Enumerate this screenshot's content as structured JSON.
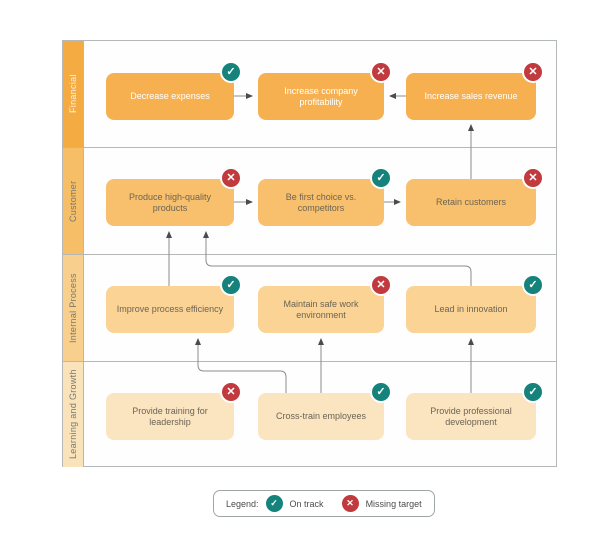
{
  "diagram": {
    "rows": [
      {
        "label": "Financial",
        "boxes": [
          {
            "text": "Decrease expenses",
            "status": "on-track"
          },
          {
            "text": "Increase company profitability",
            "status": "missing-target"
          },
          {
            "text": "Increase sales revenue",
            "status": "missing-target"
          }
        ]
      },
      {
        "label": "Customer",
        "boxes": [
          {
            "text": "Produce high-quality products",
            "status": "missing-target"
          },
          {
            "text": "Be first choice vs. competitors",
            "status": "on-track"
          },
          {
            "text": "Retain customers",
            "status": "missing-target"
          }
        ]
      },
      {
        "label": "Internal Process",
        "boxes": [
          {
            "text": "Improve process efficiency",
            "status": "on-track"
          },
          {
            "text": "Maintain safe work environment",
            "status": "missing-target"
          },
          {
            "text": "Lead in innovation",
            "status": "on-track"
          }
        ]
      },
      {
        "label": "Learning and Growth",
        "boxes": [
          {
            "text": "Provide training for leadership",
            "status": "missing-target"
          },
          {
            "text": "Cross-train employees",
            "status": "on-track"
          },
          {
            "text": "Provide professional development",
            "status": "on-track"
          }
        ]
      }
    ],
    "connections": [
      {
        "from": "Decrease expenses",
        "to": "Increase company profitability"
      },
      {
        "from": "Increase sales revenue",
        "to": "Increase company profitability"
      },
      {
        "from": "Retain customers",
        "to": "Increase sales revenue"
      },
      {
        "from": "Produce high-quality products",
        "to": "Be first choice vs. competitors"
      },
      {
        "from": "Be first choice vs. competitors",
        "to": "Retain customers"
      },
      {
        "from": "Improve process efficiency",
        "to": "Produce high-quality products"
      },
      {
        "from": "Lead in innovation",
        "to": "Produce high-quality products"
      },
      {
        "from": "Cross-train employees",
        "to": "Improve process efficiency"
      },
      {
        "from": "Cross-train employees",
        "to": "Maintain safe work environment"
      },
      {
        "from": "Provide professional development",
        "to": "Lead in innovation"
      }
    ]
  },
  "legend": {
    "title": "Legend:",
    "items": [
      {
        "label": "On track",
        "status": "on-track"
      },
      {
        "label": "Missing target",
        "status": "missing-target"
      }
    ]
  },
  "colors": {
    "on_track": "#15837C",
    "missing_target": "#C13A3D",
    "row_box_fills": [
      "#F7B04F",
      "#F8C06C",
      "#FAD395",
      "#FBE4C0"
    ],
    "row_strip_fills": [
      "#F4AB42",
      "#F7BE68",
      "#F9CF8D",
      "#FAE2BB"
    ],
    "grid_line": "#B4B8B8",
    "arrow_line": "#8C8C8C",
    "arrow_head": "#4B4B4B"
  }
}
